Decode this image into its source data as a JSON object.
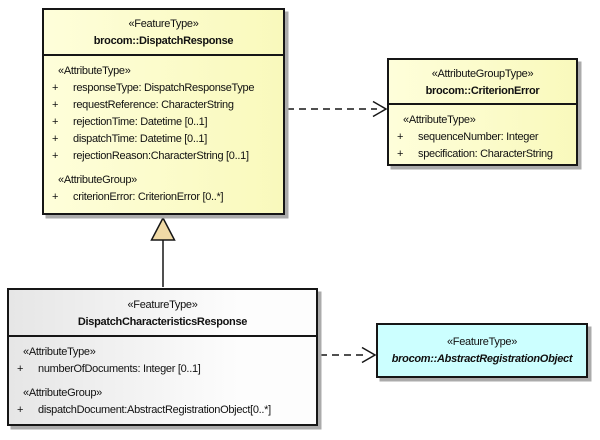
{
  "diagram_type": "uml-class-diagram",
  "colors": {
    "class_fill_yellow": "#FBFBC6",
    "class_fill_gray_gradient": "#E6E6E6",
    "class_fill_cyan": "#CCFFFF",
    "border": "#161616",
    "shadow": "#ABABAB",
    "generalization_arrow_fill": "#F0DAA6",
    "background": "#FFFFFF"
  },
  "boxes": {
    "dispatch_response": {
      "stereotype": "«FeatureType»",
      "name": "brocom::DispatchResponse",
      "attr_type_label": "«AttributeType»",
      "attr_group_label": "«AttributeGroup»",
      "attributes": [
        {
          "vis": "+",
          "text": "responseType: DispatchResponseType"
        },
        {
          "vis": "+",
          "text": "requestReference: CharacterString"
        },
        {
          "vis": "+",
          "text": "rejectionTime: Datetime [0..1]"
        },
        {
          "vis": "+",
          "text": "dispatchTime: Datetime [0..1]"
        },
        {
          "vis": "+",
          "text": "rejectionReason:CharacterString [0..1]"
        }
      ],
      "group_attributes": [
        {
          "vis": "+",
          "text": "criterionError: CriterionError [0..*]"
        }
      ]
    },
    "criterion_error": {
      "stereotype": "«AttributeGroupType»",
      "name": "brocom::CriterionError",
      "attr_type_label": "«AttributeType»",
      "attributes": [
        {
          "vis": "+",
          "text": "sequenceNumber: Integer"
        },
        {
          "vis": "+",
          "text": "specification: CharacterString"
        }
      ]
    },
    "dispatch_characteristics_response": {
      "stereotype": "«FeatureType»",
      "name": "DispatchCharacteristicsResponse",
      "attr_type_label": "«AttributeType»",
      "attr_group_label": "«AttributeGroup»",
      "attributes": [
        {
          "vis": "+",
          "text": "numberOfDocuments: Integer [0..1]"
        }
      ],
      "group_attributes": [
        {
          "vis": "+",
          "text": "dispatchDocument:AbstractRegistrationObject[0..*]"
        }
      ]
    },
    "abstract_registration_object": {
      "stereotype": "«FeatureType»",
      "name": "brocom::AbstractRegistrationObject"
    }
  },
  "connectors": [
    {
      "type": "dependency",
      "from": "brocom::DispatchResponse",
      "to": "brocom::CriterionError",
      "style": "dashed-open-arrow"
    },
    {
      "type": "generalization",
      "from": "DispatchCharacteristicsResponse",
      "to": "brocom::DispatchResponse",
      "style": "solid-hollow-triangle"
    },
    {
      "type": "dependency",
      "from": "DispatchCharacteristicsResponse",
      "to": "brocom::AbstractRegistrationObject",
      "style": "dashed-open-arrow"
    }
  ]
}
